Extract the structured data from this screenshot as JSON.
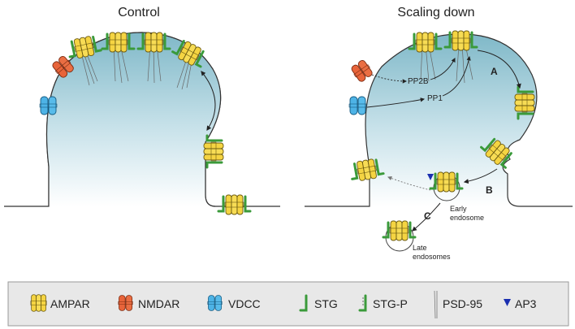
{
  "panels": {
    "control_title": "Control",
    "scaling_title": "Scaling down"
  },
  "labels": {
    "pp2b": "PP2B",
    "pp1": "PP1",
    "step_a": "A",
    "step_b": "B",
    "step_c": "C",
    "early_endosome_1": "Early",
    "early_endosome_2": "endosome",
    "late_endosomes_1": "Late",
    "late_endosomes_2": "endosomes"
  },
  "legend": {
    "items": [
      {
        "icon": "ampar-icon",
        "label": "AMPAR",
        "color": "#f5d442"
      },
      {
        "icon": "nmdar-icon",
        "label": "NMDAR",
        "color": "#e8643a"
      },
      {
        "icon": "vdcc-icon",
        "label": "VDCC",
        "color": "#4db3e6"
      },
      {
        "icon": "stg-icon",
        "label": "STG",
        "color": "#3a9a3a"
      },
      {
        "icon": "stg-p-icon",
        "label": "STG-P",
        "color": "#3a9a3a"
      },
      {
        "icon": "psd95-icon",
        "label": "PSD-95",
        "color": "#888888"
      },
      {
        "icon": "ap3-icon",
        "label": "AP3",
        "color": "#1a2fb0"
      }
    ]
  },
  "colors": {
    "spine_top": "#7fb8c8",
    "spine_bottom": "#ffffff",
    "ampar": "#f5d442",
    "nmdar": "#e8643a",
    "vdcc": "#4db3e6",
    "stg": "#3a9a3a",
    "ap3": "#1a2fb0"
  }
}
